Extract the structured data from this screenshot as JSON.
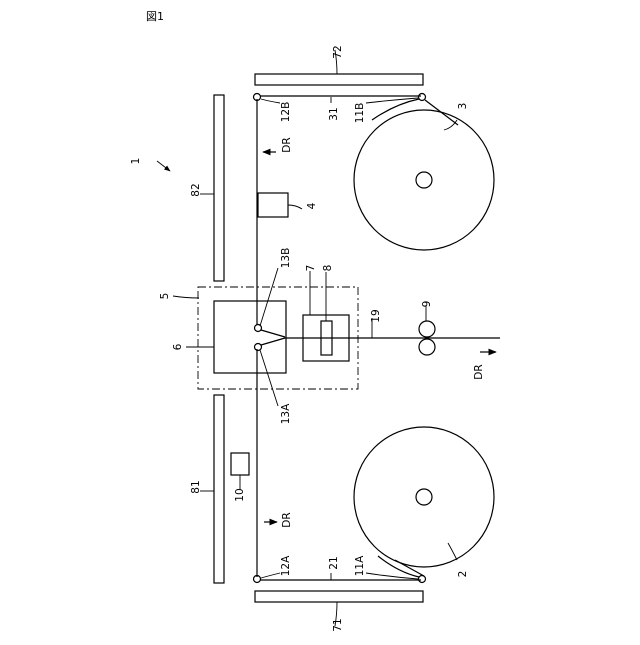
{
  "figure": {
    "title": "図1",
    "labels": {
      "l1": "1",
      "l2": "2",
      "l3": "3",
      "l4": "4",
      "l5": "5",
      "l6": "6",
      "l7": "7",
      "l8": "8",
      "l9": "9",
      "l10": "10",
      "l11A": "11A",
      "l11B": "11B",
      "l12A": "12A",
      "l12B": "12B",
      "l13A": "13A",
      "l13B": "13B",
      "l19": "19",
      "l21": "21",
      "l31": "31",
      "l71": "71",
      "l72": "72",
      "l81": "81",
      "l82": "82",
      "dr_top": "DR",
      "dr_bottom": "DR",
      "dr_right": "DR"
    }
  }
}
